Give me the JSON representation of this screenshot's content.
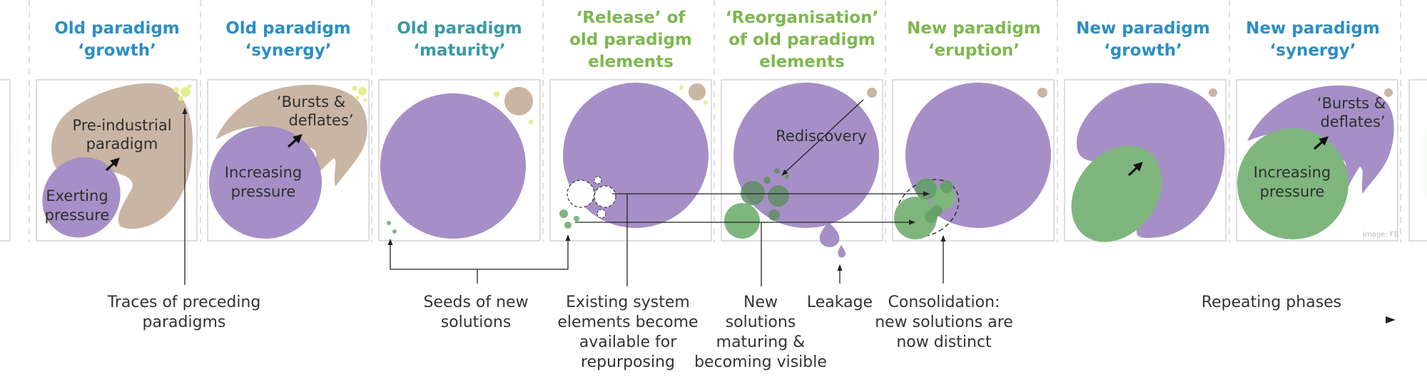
{
  "phases": [
    {
      "line1": "Old paradigm",
      "line2": "‘growth’",
      "line3": ""
    },
    {
      "line1": "Old paradigm",
      "line2": "‘synergy’",
      "line3": ""
    },
    {
      "line1": "Old paradigm",
      "line2": "‘maturity’",
      "line3": ""
    },
    {
      "line1": "‘Release’ of",
      "line2": "old paradigm",
      "line3": "elements"
    },
    {
      "line1": "‘Reorganisation’",
      "line2": "of old paradigm",
      "line3": "elements"
    },
    {
      "line1": "New paradigm",
      "line2": "‘eruption’",
      "line3": ""
    },
    {
      "line1": "New paradigm",
      "line2": "‘growth’",
      "line3": ""
    },
    {
      "line1": "New paradigm",
      "line2": "‘synergy’",
      "line3": ""
    }
  ],
  "inner_labels": {
    "pre_industrial_1": "Pre-industrial",
    "pre_industrial_2": "paradigm",
    "exerting_1": "Exerting",
    "exerting_2": "pressure",
    "bursts_1": "‘Bursts &",
    "bursts_2": "deflates’",
    "increasing_1": "Increasing",
    "increasing_2": "pressure",
    "rediscovery": "Rediscovery",
    "bursts_b1": "‘Bursts &",
    "bursts_b2": "deflates’",
    "increasing_b1": "Increasing",
    "increasing_b2": "pressure"
  },
  "annotations": {
    "traces_1": "Traces of preceding",
    "traces_2": "paradigms",
    "seeds_1": "Seeds of new",
    "seeds_2": "solutions",
    "existing_1": "Existing system",
    "existing_2": "elements become",
    "existing_3": "available for",
    "existing_4": "repurposing",
    "new_1": "New",
    "new_2": "solutions",
    "new_3": "maturing &",
    "new_4": "becoming visible",
    "leakage": "Leakage",
    "consol_1": "Consolidation:",
    "consol_2": "new solutions are",
    "consol_3": "now distinct",
    "repeating": "Repeating phases"
  },
  "credit": "Image: FB",
  "colors": {
    "old_paradigm": "#a68fc6",
    "pre_industrial": "#c9b5a4",
    "new_solutions": "#7fb67e",
    "title_blue": "#2b8ec4",
    "title_teal": "#3a9aa5",
    "title_green": "#7db84f"
  }
}
